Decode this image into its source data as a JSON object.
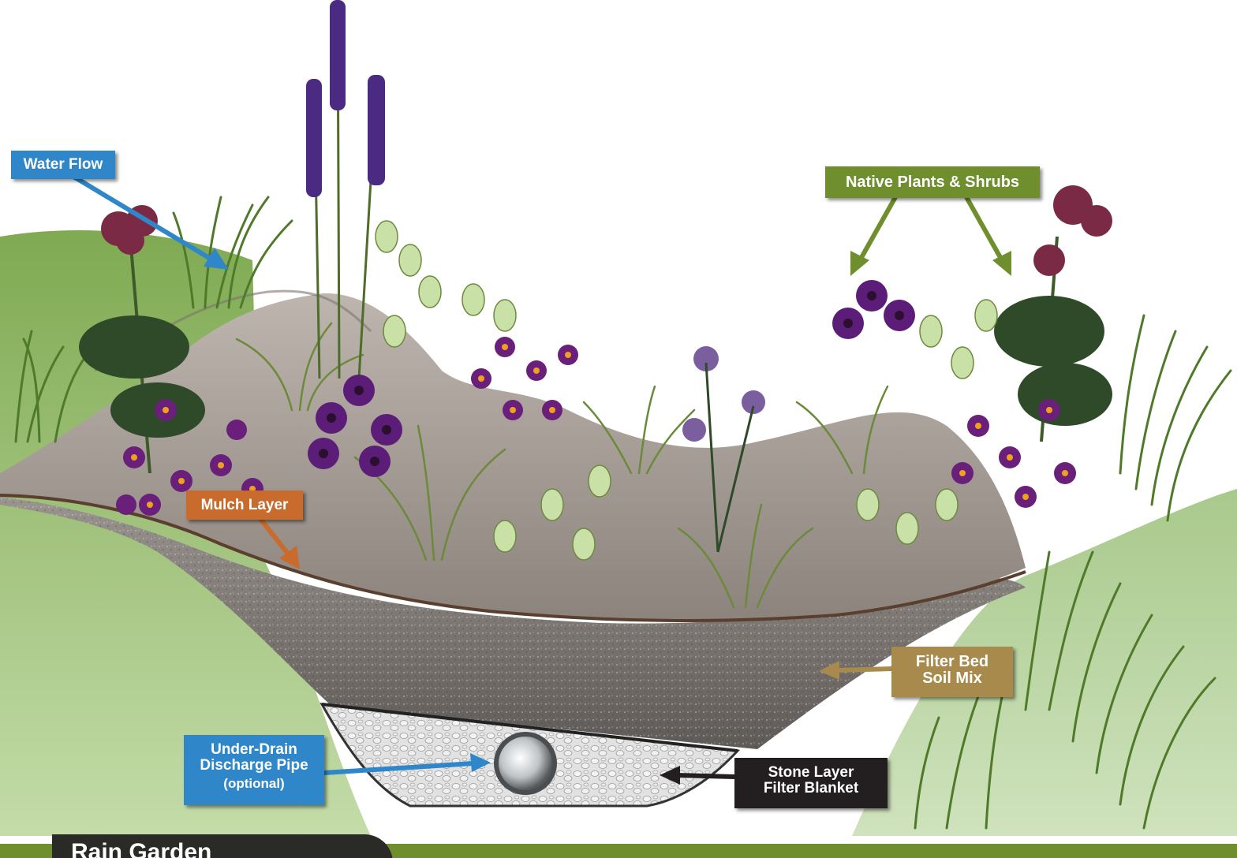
{
  "title": "Rain Garden",
  "labels": {
    "water_flow": "Water Flow",
    "native_plants": "Native Plants & Shrubs",
    "mulch_layer": "Mulch Layer",
    "filter_bed_line1": "Filter Bed",
    "filter_bed_line2": "Soil Mix",
    "under_drain_line1": "Under-Drain",
    "under_drain_line2": "Discharge Pipe",
    "under_drain_line3": "(optional)",
    "stone_line1": "Stone Layer",
    "stone_line2": "Filter Blanket"
  },
  "colors": {
    "water_flow": "#2f86c9",
    "native_plants": "#6f8f2e",
    "mulch_layer": "#c96b2c",
    "filter_bed": "#a88b4c",
    "stone_layer": "#231f20",
    "grass": "#a9c98a",
    "mulch": "#8e8580",
    "soil": "#6f6b68",
    "stone": "#d8d8d8"
  },
  "icons": [
    "grass-blade-icon",
    "flower-icon",
    "fern-icon",
    "pipe-icon"
  ]
}
